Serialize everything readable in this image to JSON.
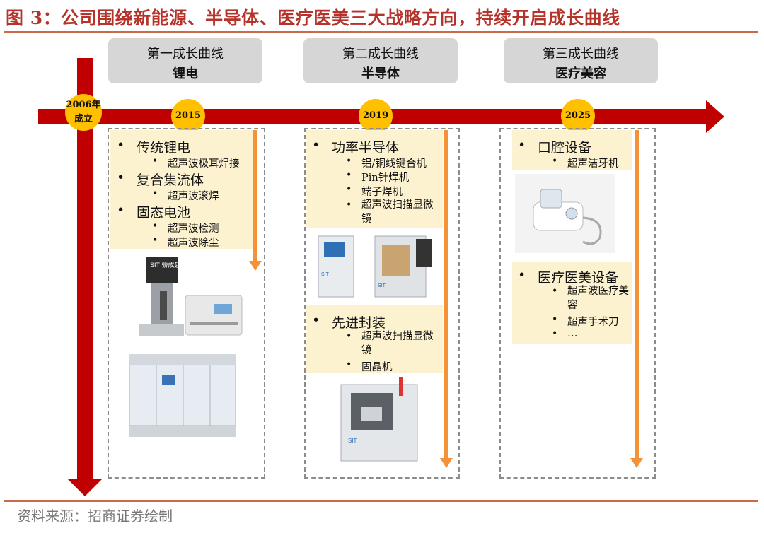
{
  "title": "图 3：公司围绕新能源、半导体、医疗医美三大战略方向，持续开启成长曲线",
  "source": "资料来源：招商证券绘制",
  "founding": {
    "year": "2006年",
    "label": "成立"
  },
  "colors": {
    "timeline": "#c00000",
    "year_marker": "#ffc000",
    "block_bg": "#fdf2d0",
    "phase_bg": "#d6d6d6",
    "down_arrow": "#f39237",
    "title": "#b5332a"
  },
  "curves": [
    {
      "title": "第一成长曲线",
      "subtitle": "锂电",
      "year": "2015年",
      "groups": [
        {
          "name": "传统锂电",
          "items": [
            "超声波极耳焊接"
          ]
        },
        {
          "name": "复合集流体",
          "items": [
            "超声波滚焊"
          ]
        },
        {
          "name": "固态电池",
          "items": [
            "超声波检测",
            "超声波除尘"
          ]
        }
      ],
      "image_labels": [
        "SIT 骄成超声"
      ]
    },
    {
      "title": "第二成长曲线",
      "subtitle": "半导体",
      "year": "2019年",
      "groups": [
        {
          "name": "功率半导体",
          "items": [
            "铝/铜线键合机",
            "Pin针焊机",
            "端子焊机",
            "超声波扫描显微镜"
          ]
        },
        {
          "name": "先进封装",
          "items": [
            "超声波扫描显微镜",
            "固晶机"
          ]
        }
      ],
      "image_labels": [
        "SIT",
        "SIT",
        "SIT"
      ]
    },
    {
      "title": "第三成长曲线",
      "subtitle": "医疗美容",
      "year": "2025年",
      "groups": [
        {
          "name": "口腔设备",
          "items": [
            "超声洁牙机"
          ]
        },
        {
          "name": "医疗医美设备",
          "items": [
            "超声波医疗美容",
            "超声手术刀",
            "…"
          ]
        }
      ]
    }
  ]
}
